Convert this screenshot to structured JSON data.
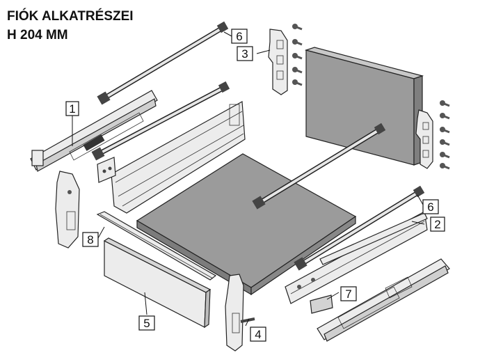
{
  "title": {
    "line1": "FIÓK ALKATRÉSZEI",
    "line2": "H 204 MM"
  },
  "callouts": {
    "c1": "1",
    "c2": "2",
    "c3": "3",
    "c4": "4",
    "c5": "5",
    "c6a": "6",
    "c6b": "6",
    "c7": "7",
    "c8": "8"
  },
  "colors": {
    "panel_gray": "#9b9b9b",
    "light_part": "#ececec",
    "outline": "#222222"
  }
}
